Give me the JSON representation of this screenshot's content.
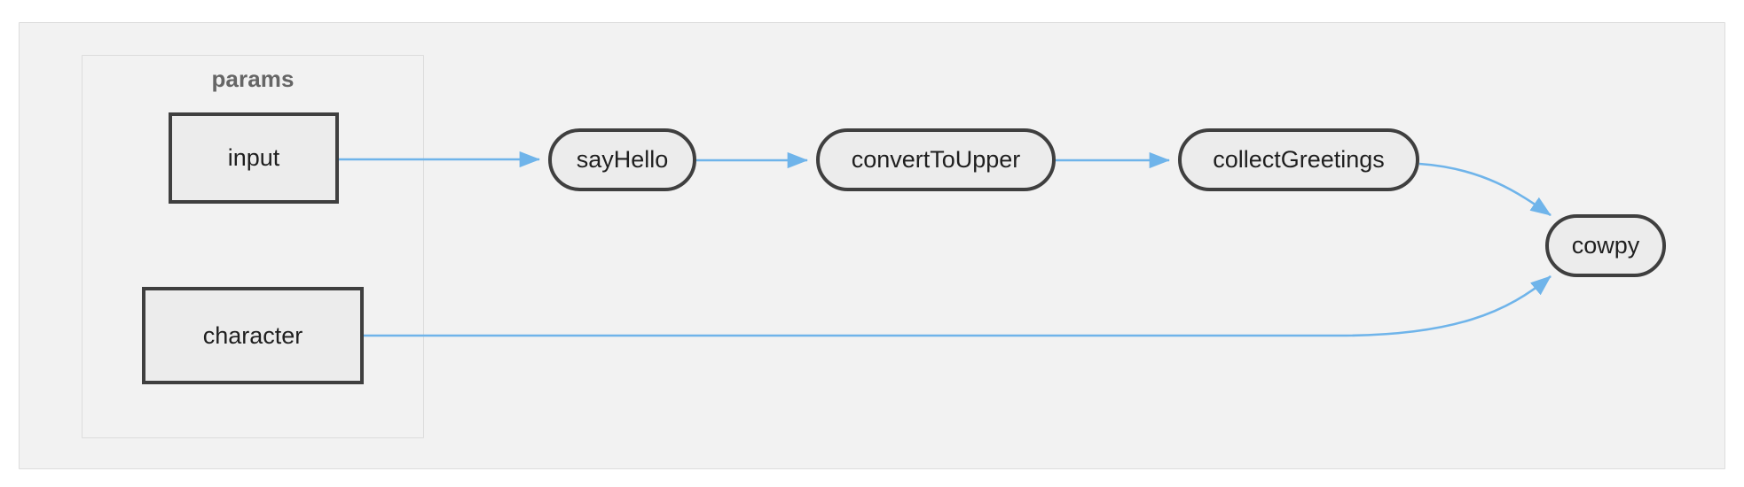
{
  "diagram": {
    "type": "flowchart",
    "direction": "left-to-right",
    "title": "",
    "subgraph": {
      "label": "params",
      "nodes": [
        "input",
        "character"
      ]
    },
    "nodes": [
      {
        "id": "input",
        "label": "input",
        "shape": "rectangle"
      },
      {
        "id": "character",
        "label": "character",
        "shape": "rectangle"
      },
      {
        "id": "sayHello",
        "label": "sayHello",
        "shape": "stadium"
      },
      {
        "id": "convertToUpper",
        "label": "convertToUpper",
        "shape": "stadium"
      },
      {
        "id": "collectGreetings",
        "label": "collectGreetings",
        "shape": "stadium"
      },
      {
        "id": "cowpy",
        "label": "cowpy",
        "shape": "stadium"
      }
    ],
    "edges": [
      {
        "from": "input",
        "to": "sayHello",
        "label": ""
      },
      {
        "from": "sayHello",
        "to": "convertToUpper",
        "label": ""
      },
      {
        "from": "convertToUpper",
        "to": "collectGreetings",
        "label": ""
      },
      {
        "from": "collectGreetings",
        "to": "cowpy",
        "label": ""
      },
      {
        "from": "character",
        "to": "cowpy",
        "label": ""
      }
    ],
    "colors": {
      "background": "#ffffff",
      "container_fill": "#f2f2f2",
      "container_border": "#dcdcdc",
      "node_fill": "#ececec",
      "node_border": "#3f3f3f",
      "node_text": "#1f1f1f",
      "subgraph_label": "#666666",
      "edge": "#6fb4ea"
    }
  }
}
